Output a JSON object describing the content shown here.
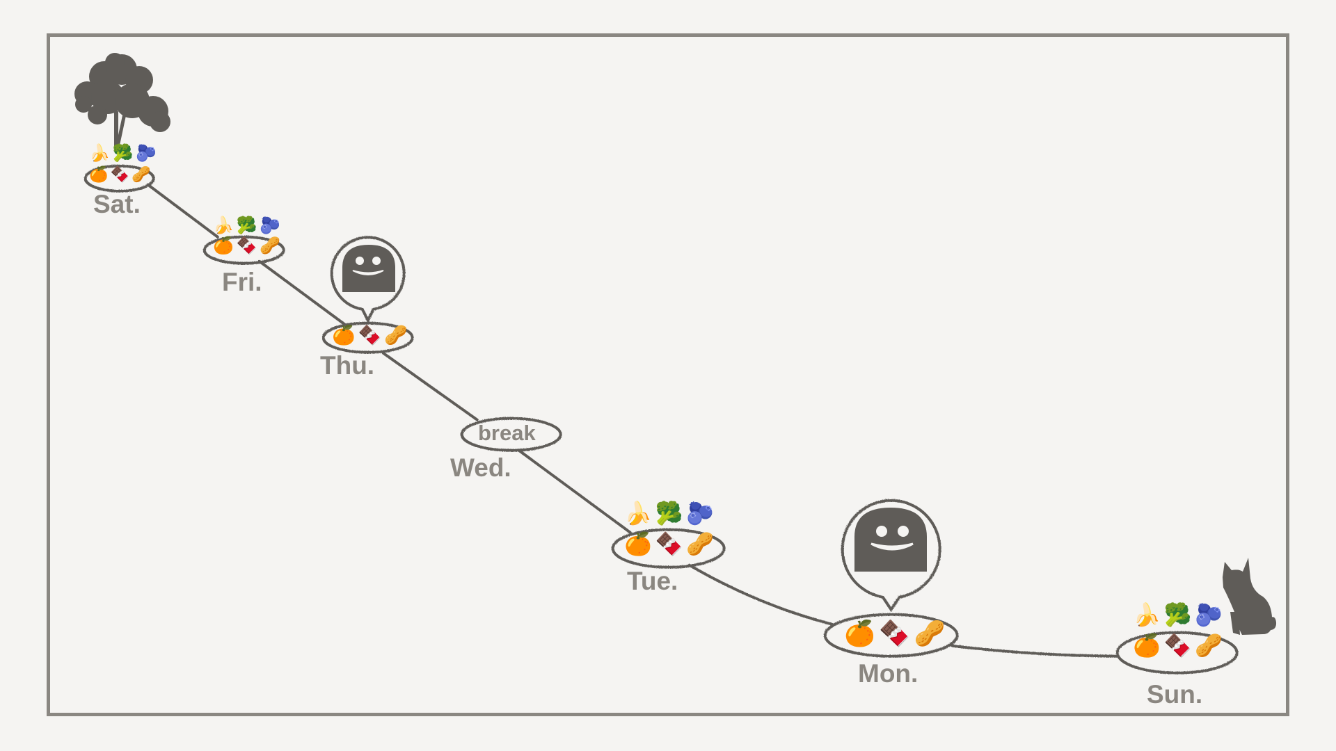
{
  "diagram": {
    "type": "timeline-path",
    "colors": {
      "background": "#f5f4f2",
      "frame": "#8a8782",
      "path": "#5e5c59",
      "label": "#8a8680",
      "silhouette": "#5f5c58"
    },
    "icons": {
      "orange": "🍊",
      "chocolate": "🍫",
      "peanuts": "🥜",
      "banana": "🍌",
      "broccoli": "🥦",
      "blueberries": "🫐"
    },
    "days": [
      {
        "label": "Sat.",
        "top_foods": [
          "banana",
          "broccoli",
          "blueberries"
        ],
        "bottom_foods": [
          "orange",
          "chocolate",
          "peanuts"
        ],
        "decoration": "tree-icon"
      },
      {
        "label": "Fri.",
        "top_foods": [
          "banana",
          "broccoli",
          "blueberries"
        ],
        "bottom_foods": [
          "orange",
          "chocolate",
          "peanuts"
        ]
      },
      {
        "label": "Thu.",
        "top_foods": [],
        "bottom_foods": [
          "orange",
          "chocolate",
          "peanuts"
        ],
        "decoration": "ghost-speech-bubble"
      },
      {
        "label": "Wed.",
        "center_text": "break"
      },
      {
        "label": "Tue.",
        "top_foods": [
          "banana",
          "broccoli",
          "blueberries"
        ],
        "bottom_foods": [
          "orange",
          "chocolate",
          "peanuts"
        ]
      },
      {
        "label": "Mon.",
        "top_foods": [],
        "bottom_foods": [
          "orange",
          "chocolate",
          "peanuts"
        ],
        "decoration": "ghost-speech-bubble"
      },
      {
        "label": "Sun.",
        "top_foods": [
          "banana",
          "broccoli",
          "blueberries"
        ],
        "bottom_foods": [
          "orange",
          "chocolate",
          "peanuts"
        ],
        "decoration": "cat-icon"
      }
    ]
  }
}
